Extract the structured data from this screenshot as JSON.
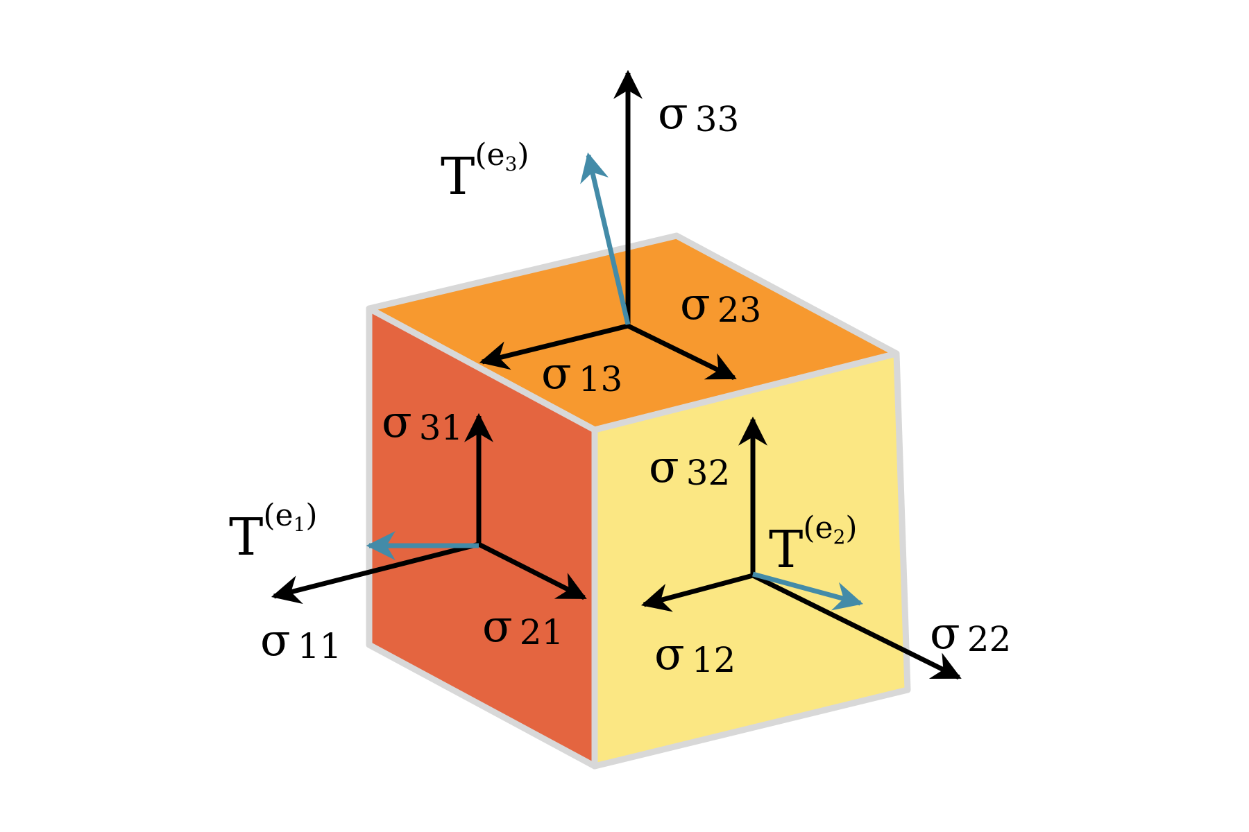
{
  "colors": {
    "face_top": "#F7992F",
    "face_left": "#E46540",
    "face_right": "#FBE783",
    "edge": "#D8D8D8",
    "stress_arrow": "#000000",
    "traction_arrow": "#438BA8"
  },
  "labels": {
    "s33": {
      "symbol": "σ",
      "index": "33"
    },
    "s23": {
      "symbol": "σ",
      "index": "23"
    },
    "s13": {
      "symbol": "σ",
      "index": "13"
    },
    "s31": {
      "symbol": "σ",
      "index": "31"
    },
    "s32": {
      "symbol": "σ",
      "index": "32"
    },
    "s11": {
      "symbol": "σ",
      "index": "11"
    },
    "s21": {
      "symbol": "σ",
      "index": "21"
    },
    "s12": {
      "symbol": "σ",
      "index": "12"
    },
    "s22": {
      "symbol": "σ",
      "index": "22"
    },
    "t1": {
      "symbol": "T",
      "open": "(",
      "base": "e",
      "sub": "1",
      "close": ")"
    },
    "t2": {
      "symbol": "T",
      "open": "(",
      "base": "e",
      "sub": "2",
      "close": ")"
    },
    "t3": {
      "symbol": "T",
      "open": "(",
      "base": "e",
      "sub": "3",
      "close": ")"
    }
  }
}
